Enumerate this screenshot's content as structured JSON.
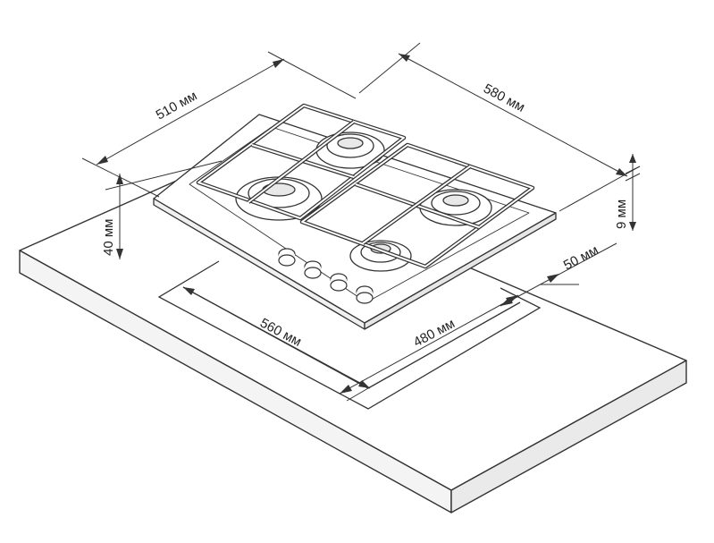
{
  "dimensions": {
    "hob_depth": "510 мм",
    "hob_width": "580 мм",
    "hob_height": "9 мм",
    "worktop_thickness": "40 мм",
    "cutout_width": "560 мм",
    "cutout_depth": "480 мм",
    "edge_clearance": "50 мм"
  },
  "colors": {
    "line": "#333333",
    "fill": "#ffffff",
    "side_fill": "#f2f2f2"
  }
}
